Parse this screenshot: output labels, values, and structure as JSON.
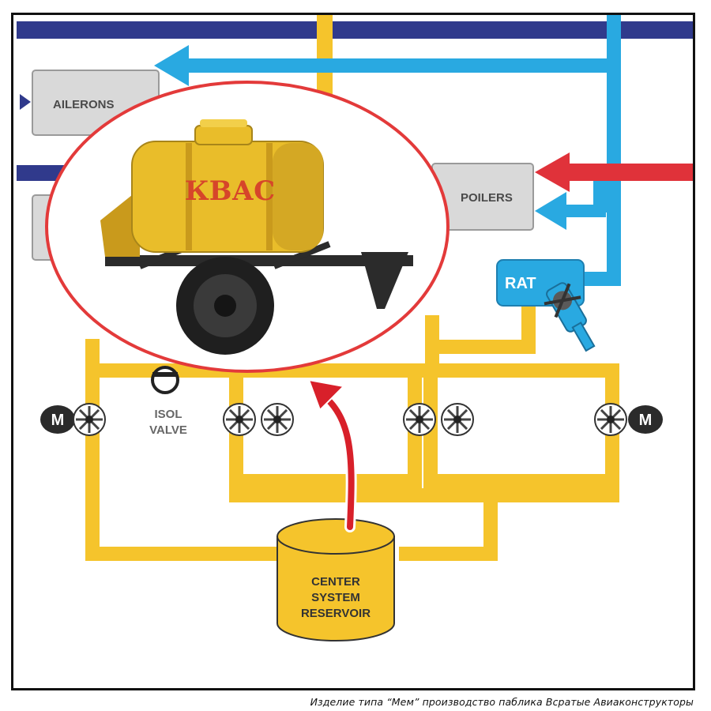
{
  "diagram": {
    "labels": {
      "ailerons": "AILERONS",
      "spoilers": "POILERS",
      "rat": "RAT",
      "motor": "M",
      "isol_valve": [
        "ISOL",
        "VALVE"
      ],
      "reservoir": [
        "CENTER",
        "SYSTEM",
        "RESERVOIR"
      ]
    },
    "tank_lettering": "КВАС",
    "colors": {
      "hydraulic_yellow": "#f5c42c",
      "blue_line": "#29a9e1",
      "red_line": "#e0323a",
      "navy_bar": "#303a8c",
      "box_gray": "#d9d9d9",
      "callout_border": "#e33a3a",
      "arrow_red": "#d8202a",
      "tank_yellow": "#e9bd2a",
      "tank_letter_red": "#d6452a"
    },
    "icons": [
      "motor-icon",
      "pump-fan-icon",
      "rat-turbine-icon",
      "isol-valve-icon",
      "kvass-tank-trailer"
    ]
  },
  "caption": "Изделие типа “Мем” производство паблика Всратые Авиаконструкторы"
}
